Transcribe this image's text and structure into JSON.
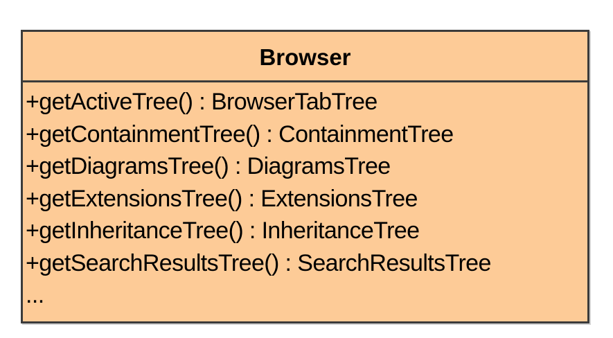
{
  "class_diagram": {
    "title": "Browser",
    "methods": [
      "+getActiveTree() : BrowserTabTree",
      "+getContainmentTree() : ContainmentTree",
      "+getDiagramsTree() : DiagramsTree",
      "+getExtensionsTree() : ExtensionsTree",
      "+getInheritanceTree() : InheritanceTree",
      "+getSearchResultsTree() : SearchResultsTree",
      "..."
    ],
    "colors": {
      "fill": "#FDCB97",
      "border": "#3B3B3B",
      "text": "#000000",
      "background": "#FFFFFF"
    }
  }
}
